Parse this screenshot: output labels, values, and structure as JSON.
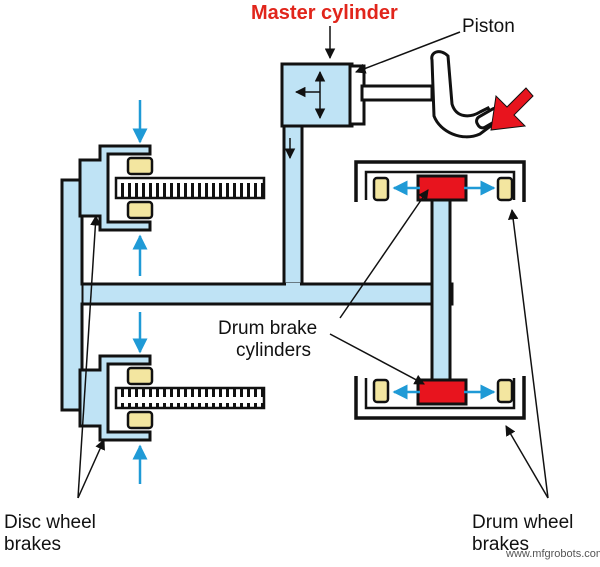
{
  "labels": {
    "master_cylinder": "Master cylinder",
    "piston": "Piston",
    "drum_brake_cylinders_line1": "Drum brake",
    "drum_brake_cylinders_line2": "cylinders",
    "disc_wheel_brakes_line1": "Disc wheel",
    "disc_wheel_brakes_line2": "brakes",
    "drum_wheel_brakes_line1": "Drum wheel",
    "drum_wheel_brakes_line2": "brakes"
  },
  "watermark": "www.mfgrobots.com",
  "colors": {
    "fluid": "#bfe3f5",
    "outline": "#111111",
    "title": "#e1251b",
    "force_arrow": "#e8141e",
    "pressure_arrow": "#1f9ad6",
    "brake_pad": "#f3e6a0",
    "wheel_cylinder": "#e8141e"
  }
}
